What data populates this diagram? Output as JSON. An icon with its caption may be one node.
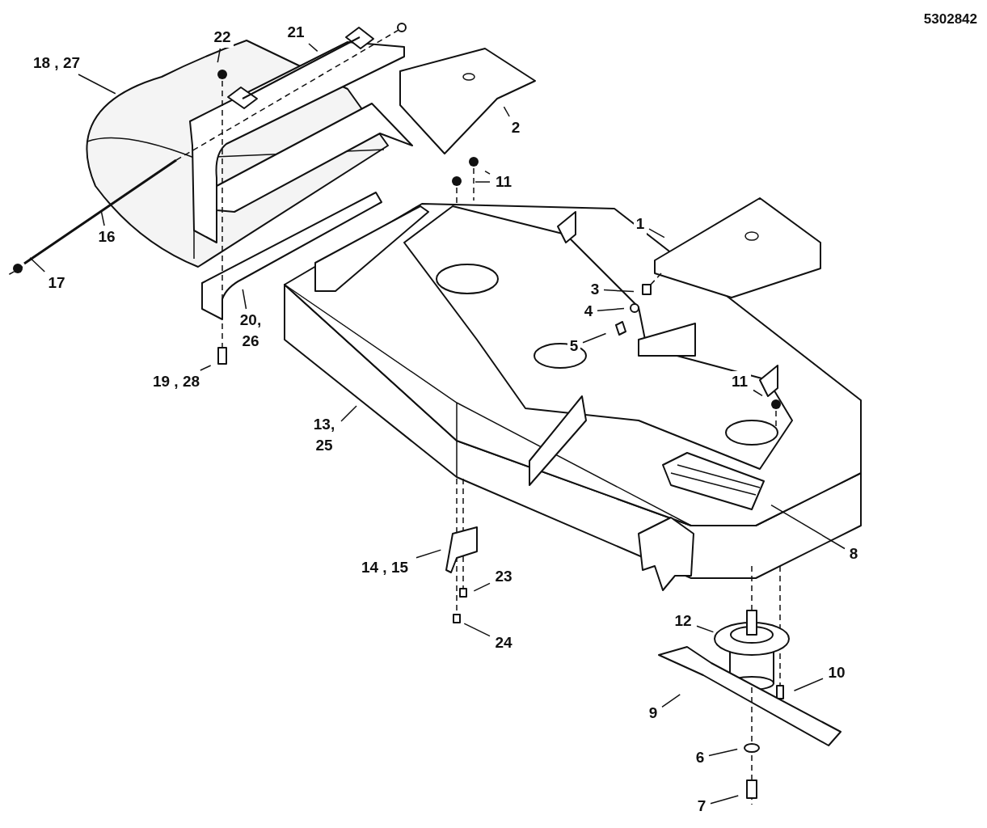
{
  "diagram": {
    "nodes": [
      {
        "text": [
          "21"
        ]
      },
      {
        "text": [
          "22"
        ]
      },
      {
        "text": [
          "18 , 27"
        ]
      },
      {
        "text": [
          "2"
        ]
      },
      {
        "text": [
          "11"
        ]
      },
      {
        "text": [
          "16"
        ]
      },
      {
        "text": [
          "1"
        ]
      },
      {
        "text": [
          "17"
        ]
      },
      {
        "text": [
          "3"
        ]
      },
      {
        "text": [
          "20, 26"
        ]
      },
      {
        "text": [
          "4"
        ]
      },
      {
        "text": [
          "5"
        ]
      },
      {
        "text": [
          "19 , 28"
        ]
      },
      {
        "text": [
          "11"
        ]
      },
      {
        "text": [
          "13, 25"
        ]
      },
      {
        "text": [
          "8"
        ]
      },
      {
        "text": [
          "14 , 15"
        ]
      },
      {
        "text": [
          "23"
        ]
      },
      {
        "text": [
          "12"
        ]
      },
      {
        "text": [
          "24"
        ]
      },
      {
        "text": [
          "10"
        ]
      },
      {
        "text": [
          "9"
        ]
      },
      {
        "text": [
          "6"
        ]
      },
      {
        "text": [
          "7"
        ]
      }
    ],
    "edges": [
      {
        "from": 0,
        "to": null,
        "arrow": "none"
      },
      {
        "from": 1,
        "to": null,
        "arrow": "none"
      },
      {
        "from": 2,
        "to": null,
        "arrow": "none"
      },
      {
        "from": 3,
        "to": null,
        "arrow": "none"
      },
      {
        "from": 4,
        "to": null,
        "arrow": "none"
      },
      {
        "from": 4,
        "to": null,
        "arrow": "none"
      },
      {
        "from": 5,
        "to": null,
        "arrow": "none"
      },
      {
        "from": 6,
        "to": null,
        "arrow": "none"
      },
      {
        "from": 7,
        "to": null,
        "arrow": "none"
      },
      {
        "from": 8,
        "to": null,
        "arrow": "none"
      },
      {
        "from": 9,
        "to": null,
        "arrow": "none"
      },
      {
        "from": 10,
        "to": null,
        "arrow": "none"
      },
      {
        "from": 11,
        "to": null,
        "arrow": "none"
      },
      {
        "from": 12,
        "to": null,
        "arrow": "none"
      },
      {
        "from": 13,
        "to": null,
        "arrow": "none"
      },
      {
        "from": 14,
        "to": null,
        "arrow": "none"
      },
      {
        "from": 15,
        "to": null,
        "arrow": "none"
      },
      {
        "from": 16,
        "to": null,
        "arrow": "none"
      },
      {
        "from": 17,
        "to": null,
        "arrow": "none"
      },
      {
        "from": 18,
        "to": null,
        "arrow": "none"
      },
      {
        "from": 19,
        "to": null,
        "arrow": "none"
      },
      {
        "from": 20,
        "to": null,
        "arrow": "none"
      },
      {
        "from": 21,
        "to": null,
        "arrow": "none"
      },
      {
        "from": 22,
        "to": null,
        "arrow": "none"
      },
      {
        "from": 23,
        "to": null,
        "arrow": "none"
      }
    ],
    "labels": [
      "5302842"
    ]
  }
}
